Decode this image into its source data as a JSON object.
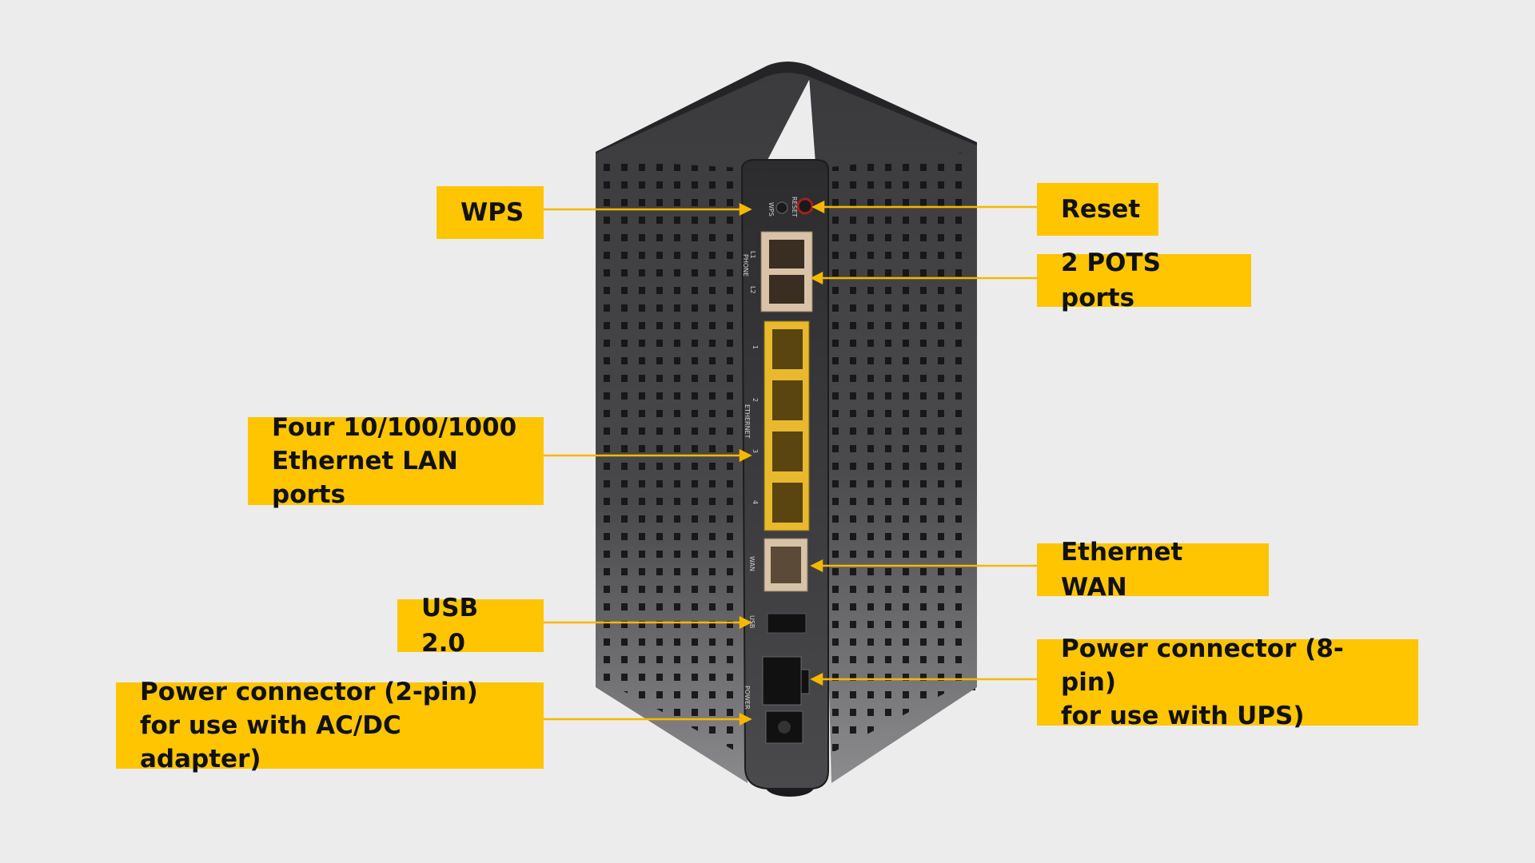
{
  "colors": {
    "background": "#ececec",
    "callout": "#ffc500",
    "leader_line": "#f5b800",
    "router_body": "#3a3a3c",
    "lan_ports": "#e8b92e",
    "phone_wan_ports": "#d9c3a8"
  },
  "device": {
    "name": "router-rear-panel",
    "port_labels": {
      "reset": "RESET",
      "wps": "WPS",
      "l1": "L1",
      "phone": "PHONE",
      "l2": "L2",
      "eth1": "1",
      "eth2": "2",
      "ethernet": "ETHERNET",
      "eth3": "3",
      "eth4": "4",
      "wan": "WAN",
      "usb": "USB",
      "power": "POWER"
    }
  },
  "callouts": {
    "wps": "WPS",
    "reset": "Reset",
    "pots": "2 POTS ports",
    "lan": "Four 10/100/1000\nEthernet LAN ports",
    "wan": "Ethernet WAN",
    "usb": "USB 2.0",
    "power_8pin": "Power connector (8-pin)\nfor use with UPS)",
    "power_2pin": "Power connector (2-pin)\nfor use with AC/DC adapter)"
  }
}
